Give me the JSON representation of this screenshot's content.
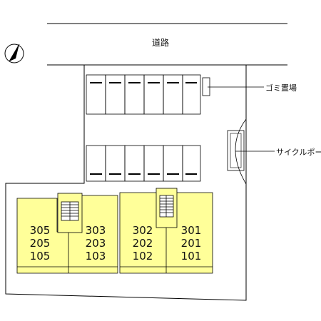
{
  "road": {
    "label": "道路"
  },
  "facilities": {
    "garbage_area": "ゴミ置場",
    "bicycle_port": "サイクルポート"
  },
  "compass": {
    "icon": "north-arrow-icon"
  },
  "units": [
    {
      "rooms": [
        "305",
        "205",
        "105"
      ]
    },
    {
      "rooms": [
        "303",
        "203",
        "103"
      ]
    },
    {
      "rooms": [
        "302",
        "202",
        "102"
      ]
    },
    {
      "rooms": [
        "301",
        "201",
        "101"
      ]
    }
  ],
  "parking": {
    "top_row_spaces": 6,
    "bottom_row_spaces": 6
  },
  "colors": {
    "building_fill": "#ffff99",
    "line": "#000000",
    "background": "#ffffff"
  }
}
